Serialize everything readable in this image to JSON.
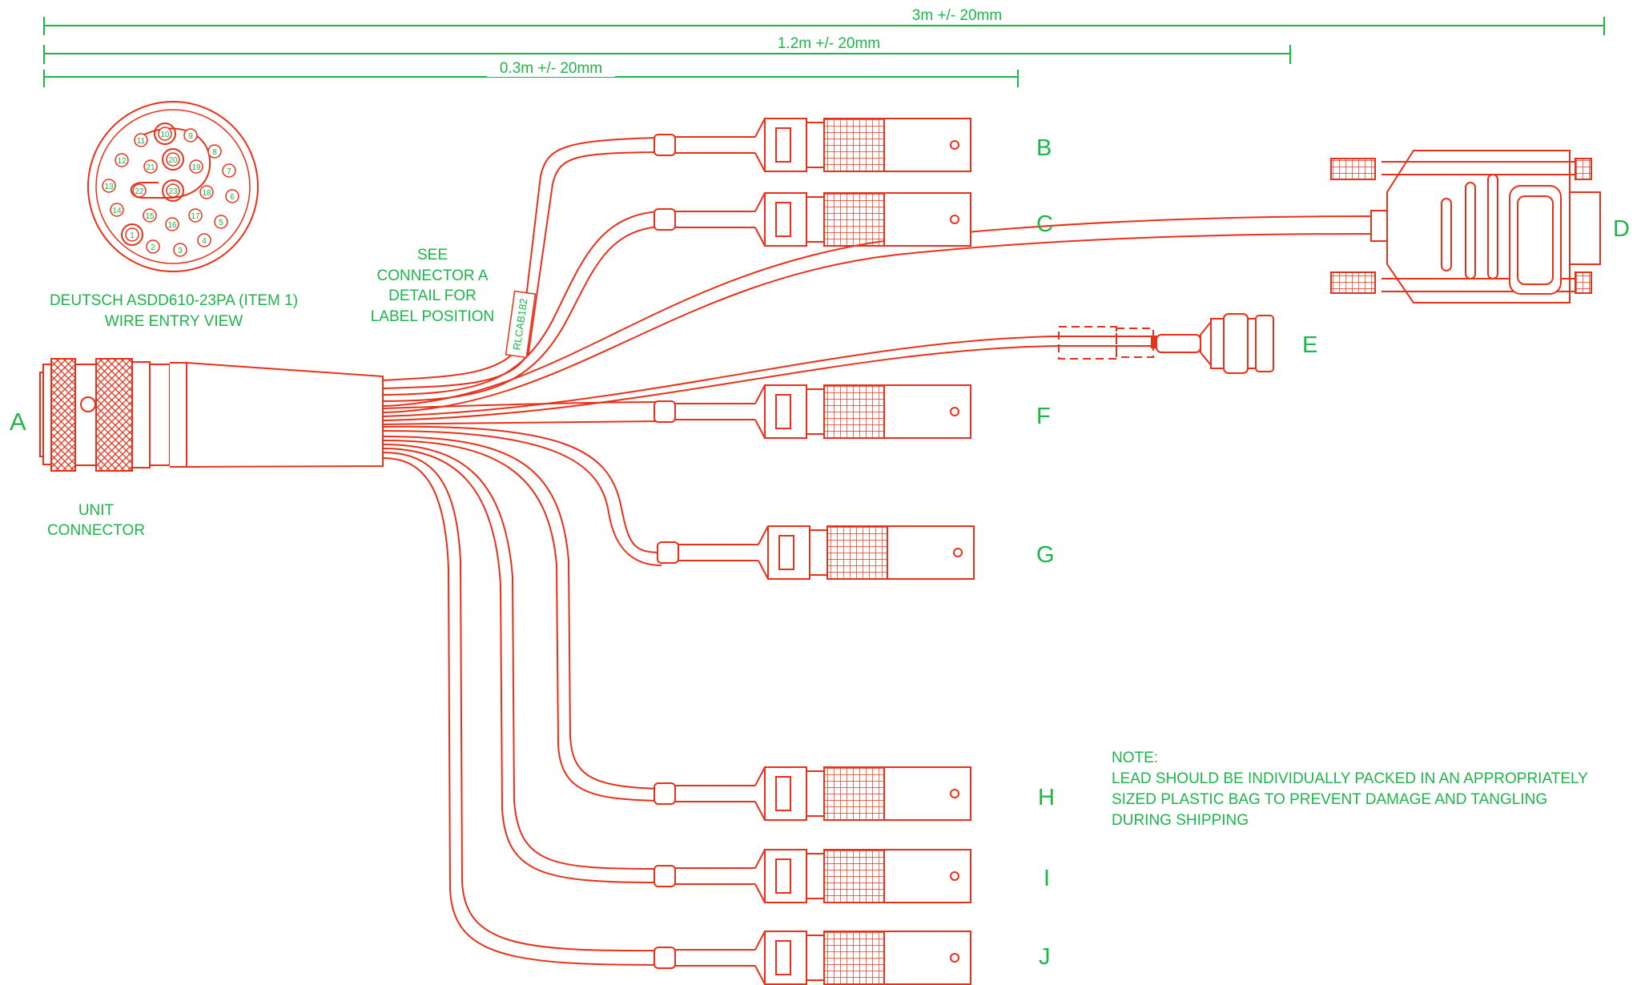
{
  "colors": {
    "label": "#1db54a",
    "drawing": "#e8311a",
    "background": "#ffffff"
  },
  "dimensions": {
    "overall": "3m +/- 20mm",
    "mid": "1.2m +/- 20mm",
    "short": "0.3m +/- 20mm"
  },
  "pin_diagram": {
    "caption_line1": "DEUTSCH ASDD610-23PA (ITEM 1)",
    "caption_line2": "WIRE ENTRY VIEW",
    "pins": [
      "1",
      "2",
      "3",
      "4",
      "5",
      "6",
      "7",
      "8",
      "9",
      "10",
      "11",
      "12",
      "13",
      "14",
      "15",
      "16",
      "17",
      "18",
      "19",
      "20",
      "21",
      "22",
      "23"
    ]
  },
  "see_note": [
    "SEE",
    "CONNECTOR A",
    "DETAIL FOR",
    "LABEL POSITION"
  ],
  "cable_label": "RLCAB182",
  "unit_connector": {
    "letter": "A",
    "caption_line1": "UNIT",
    "caption_line2": "CONNECTOR"
  },
  "connectors": {
    "b": "B",
    "c": "C",
    "d": "D",
    "e": "E",
    "f": "F",
    "g": "G",
    "h": "H",
    "i": "I",
    "j": "J"
  },
  "note": {
    "title": "NOTE:",
    "line1": "LEAD SHOULD BE INDIVIDUALLY PACKED IN AN APPROPRIATELY",
    "line2": "SIZED PLASTIC BAG TO PREVENT DAMAGE AND TANGLING",
    "line3": "DURING SHIPPING"
  }
}
